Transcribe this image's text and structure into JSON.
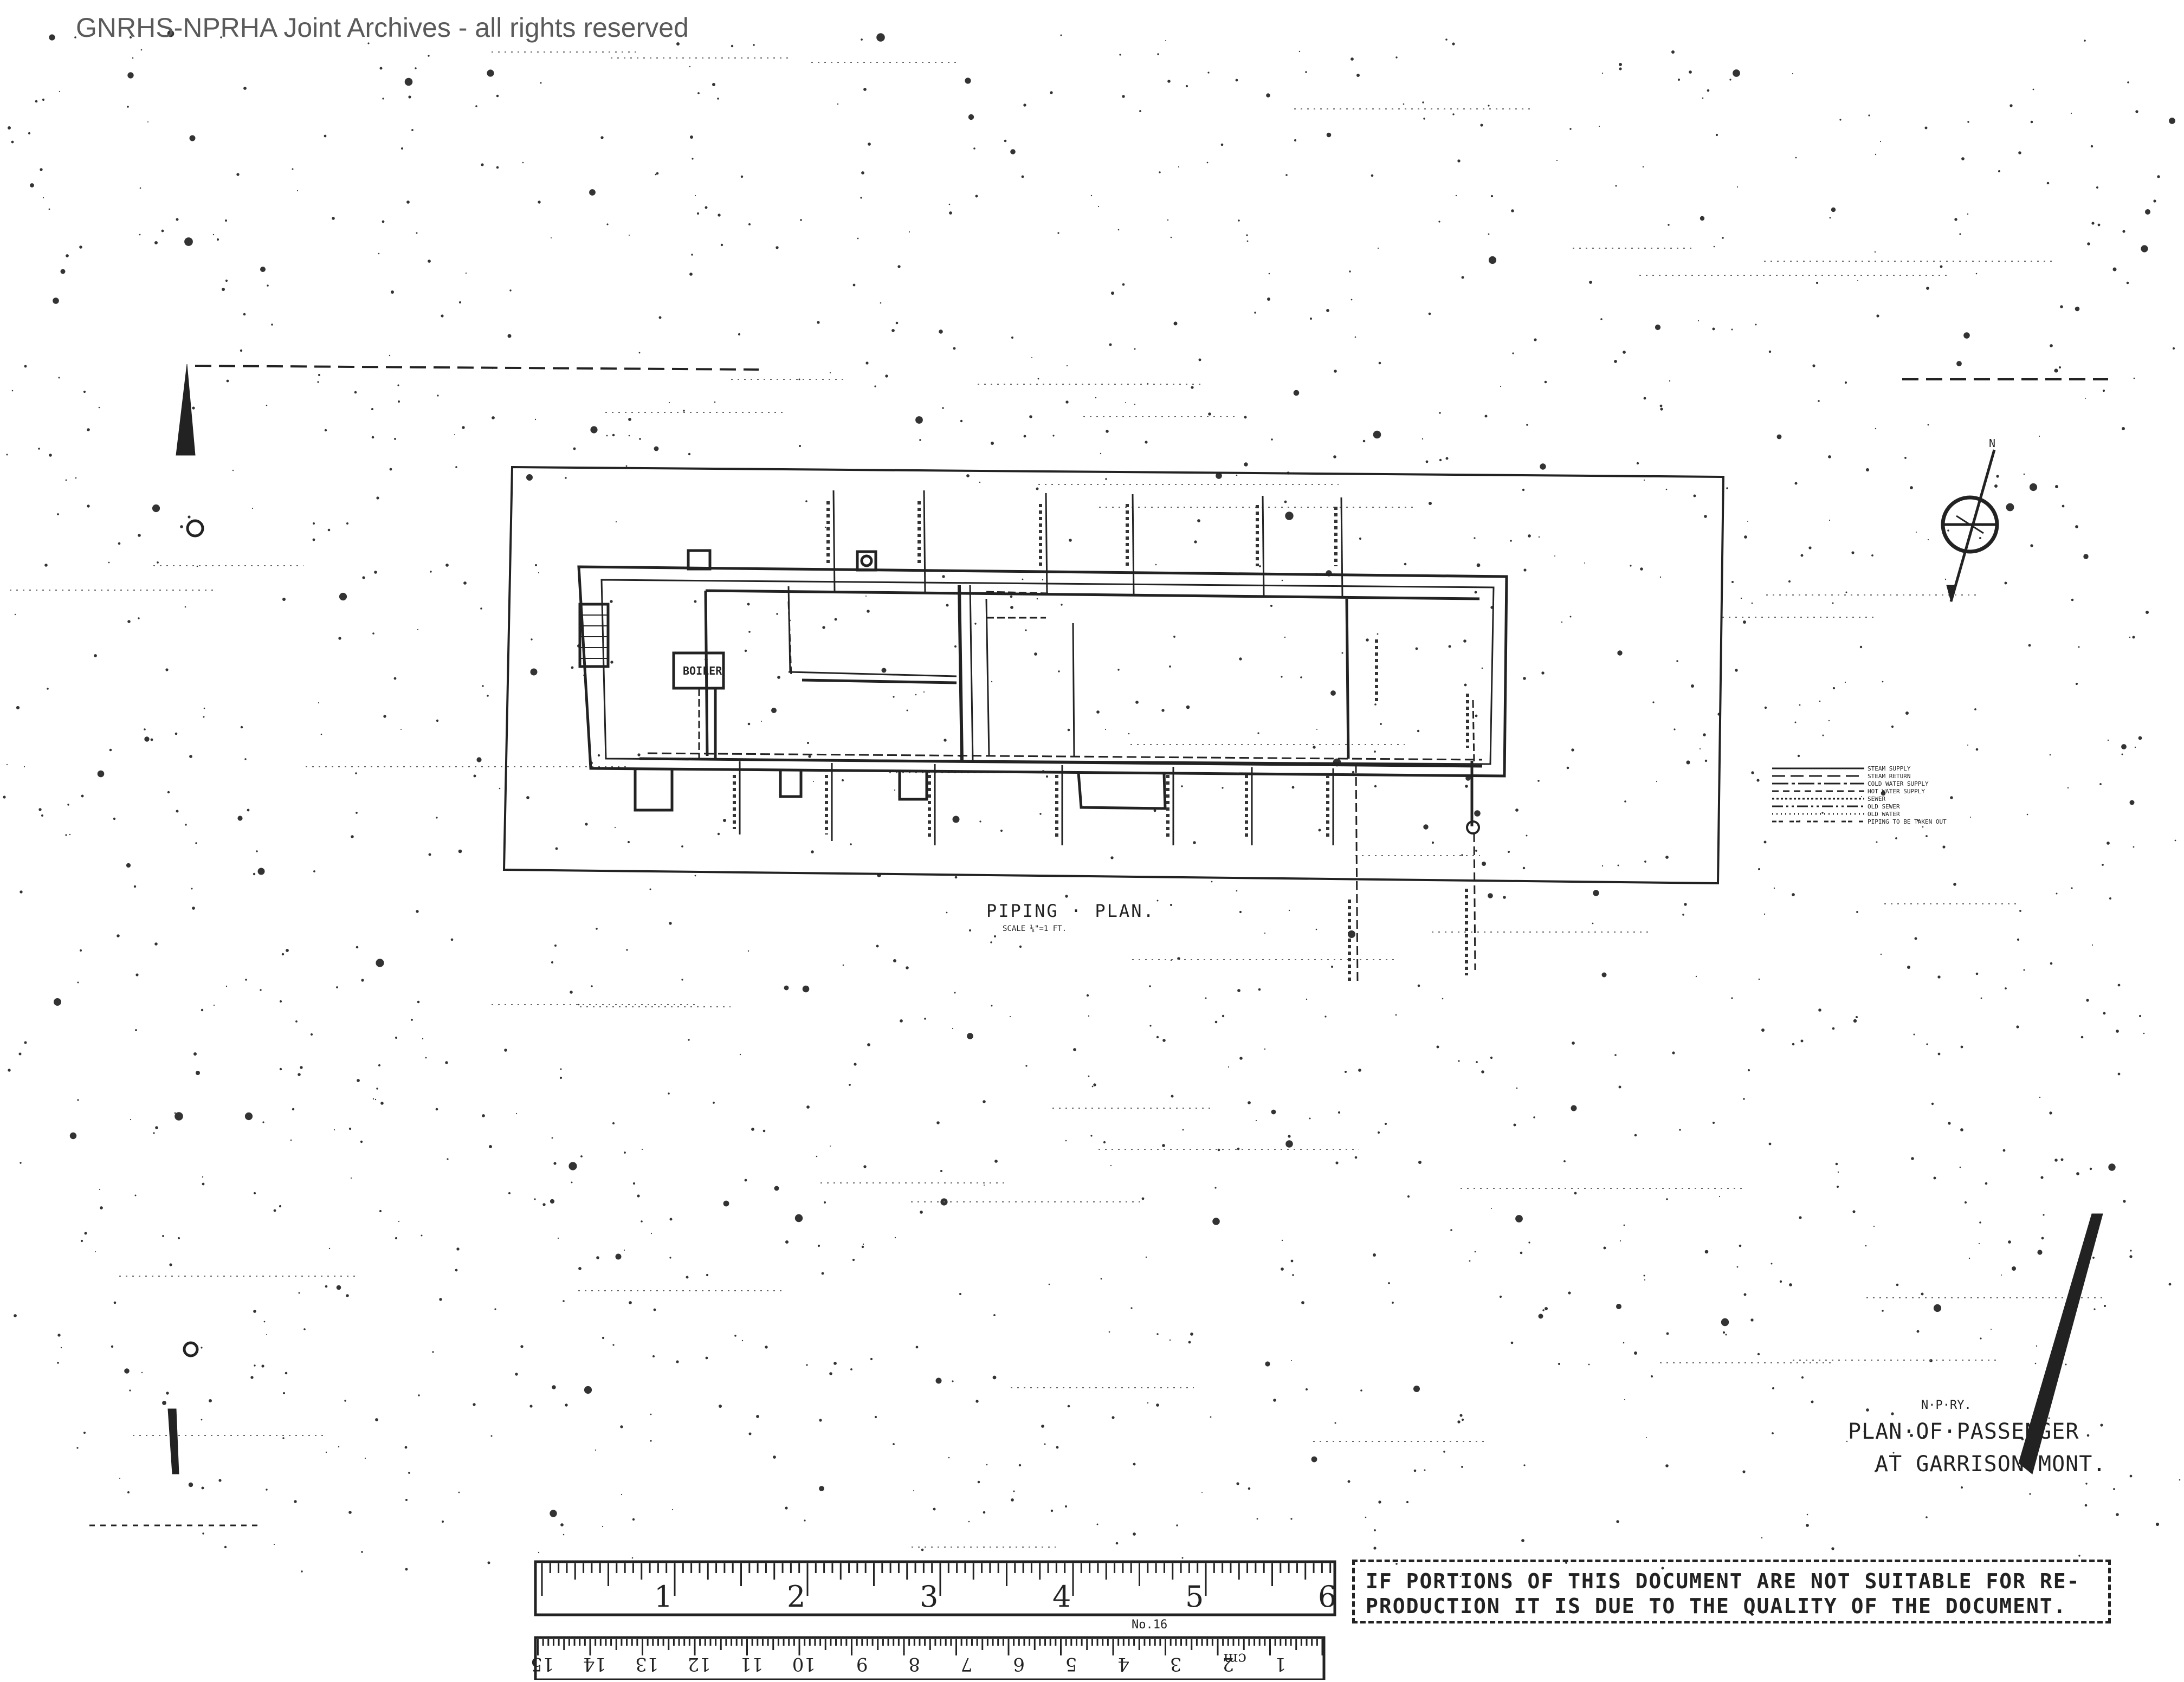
{
  "watermark": "GNRHS-NPRHA Joint Archives - all rights reserved",
  "drawing": {
    "plan_title": "PIPING · PLAN.",
    "plan_scale": "SCALE ⅛\"=1 FT.",
    "boiler_label": "BOILER",
    "railroad": "N·P·RY.",
    "title_line1": "PLAN·OF·PASSENGER",
    "title_line2": "AT GARRISON·MONT.",
    "legend": [
      "STEAM SUPPLY",
      "STEAM RETURN",
      "COLD WATER SUPPLY",
      "HOT WATER SUPPLY",
      "SEWER",
      "OLD SEWER",
      "OLD WATER",
      "PIPING TO BE TAKEN OUT"
    ],
    "north_label": "N"
  },
  "ruler": {
    "inch_marks": [
      "1",
      "2",
      "3",
      "4",
      "5",
      "6"
    ],
    "cm_marks": [
      "1",
      "2",
      "3",
      "4",
      "5",
      "6",
      "7",
      "8",
      "9",
      "10",
      "11",
      "12",
      "13",
      "14",
      "15"
    ],
    "cm_unit": "cm",
    "model": "No.16"
  },
  "notice": {
    "line1": "IF PORTIONS OF THIS DOCUMENT ARE NOT SUITABLE FOR RE-",
    "line2": "PRODUCTION IT IS DUE TO THE QUALITY OF THE DOCUMENT."
  },
  "colors": {
    "ink": "#222222",
    "paper": "#ffffff",
    "watermark": "#5a5a5a"
  }
}
